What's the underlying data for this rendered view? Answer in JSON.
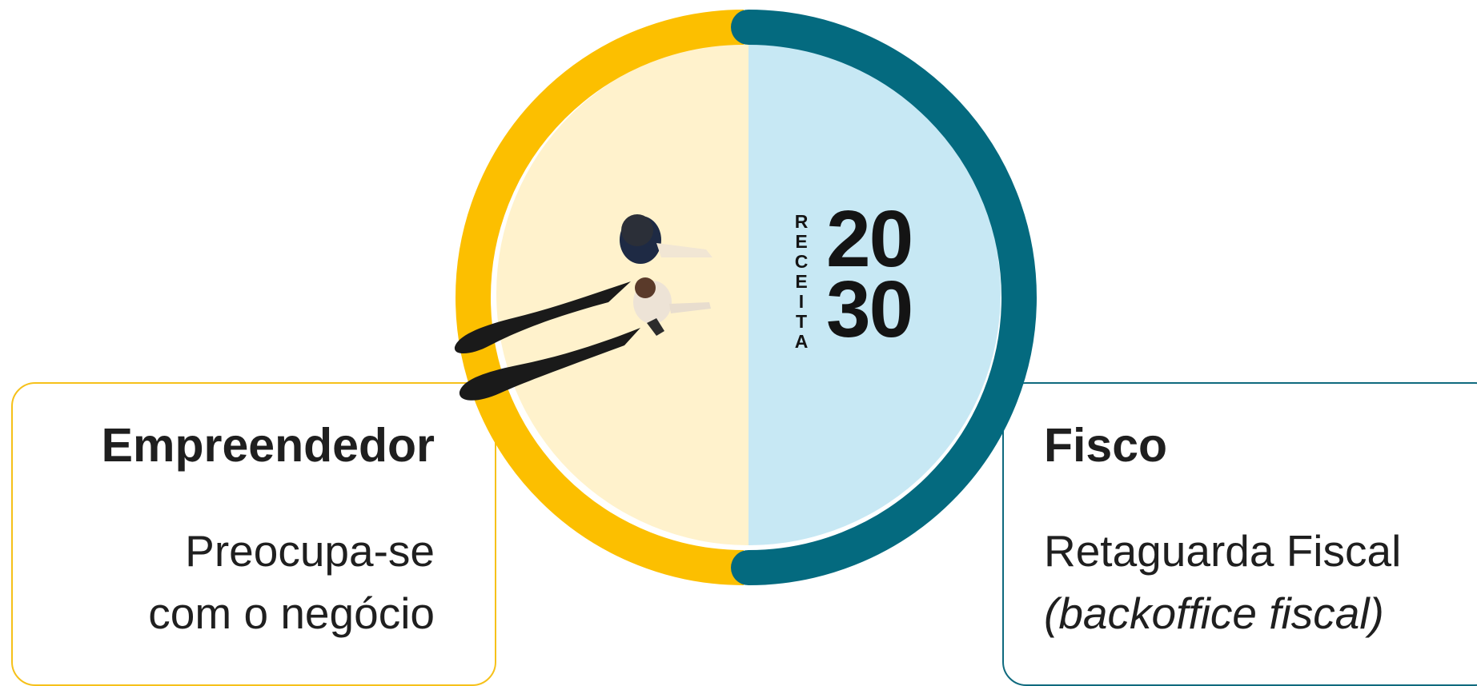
{
  "colors": {
    "yellow": "#fcbf00",
    "yellow_light": "#fff2cc",
    "teal": "#046a7f",
    "blue_light": "#c7e8f4",
    "text": "#1f1f1f"
  },
  "center": {
    "vertical_label": [
      "R",
      "E",
      "C",
      "E",
      "I",
      "T",
      "A"
    ],
    "year_top": "20",
    "year_bottom": "30"
  },
  "left_card": {
    "title": "Empreendedor",
    "line1": "Preocupa-se",
    "line2": "com o negócio"
  },
  "right_card": {
    "title": "Fisco",
    "line1": "Retaguarda Fiscal",
    "line2": "(backoffice fiscal)"
  }
}
